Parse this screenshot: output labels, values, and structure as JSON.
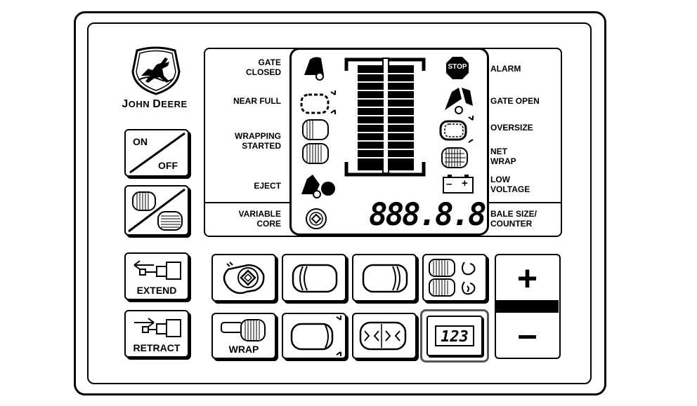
{
  "brand": {
    "name_big_j": "J",
    "name_rest_1": "OHN ",
    "name_big_d": "D",
    "name_rest_2": "EERE"
  },
  "left_labels": {
    "gate_closed": [
      "GATE",
      "CLOSED"
    ],
    "near_full": "NEAR FULL",
    "wrapping_started": [
      "WRAPPING",
      "STARTED"
    ],
    "eject": "EJECT",
    "variable_core": [
      "VARIABLE",
      "CORE"
    ]
  },
  "right_labels": {
    "alarm": "ALARM",
    "gate_open": "GATE OPEN",
    "oversize": "OVERSIZE",
    "net_wrap": [
      "NET",
      "WRAP"
    ],
    "low_voltage": [
      "LOW",
      "VOLTAGE"
    ],
    "bale_size_counter": [
      "BALE SIZE/",
      "COUNTER"
    ]
  },
  "display": {
    "counter_digits": "888.8.8",
    "stop_text": "STOP",
    "battery_minus": "–",
    "battery_plus": "+"
  },
  "buttons": {
    "on_label": "ON",
    "off_label": "OFF",
    "extend_label": "EXTEND",
    "retract_label": "RETRACT",
    "wrap_label": "WRAP",
    "counter_label": "123",
    "plus_label": "+",
    "minus_label": "–"
  }
}
